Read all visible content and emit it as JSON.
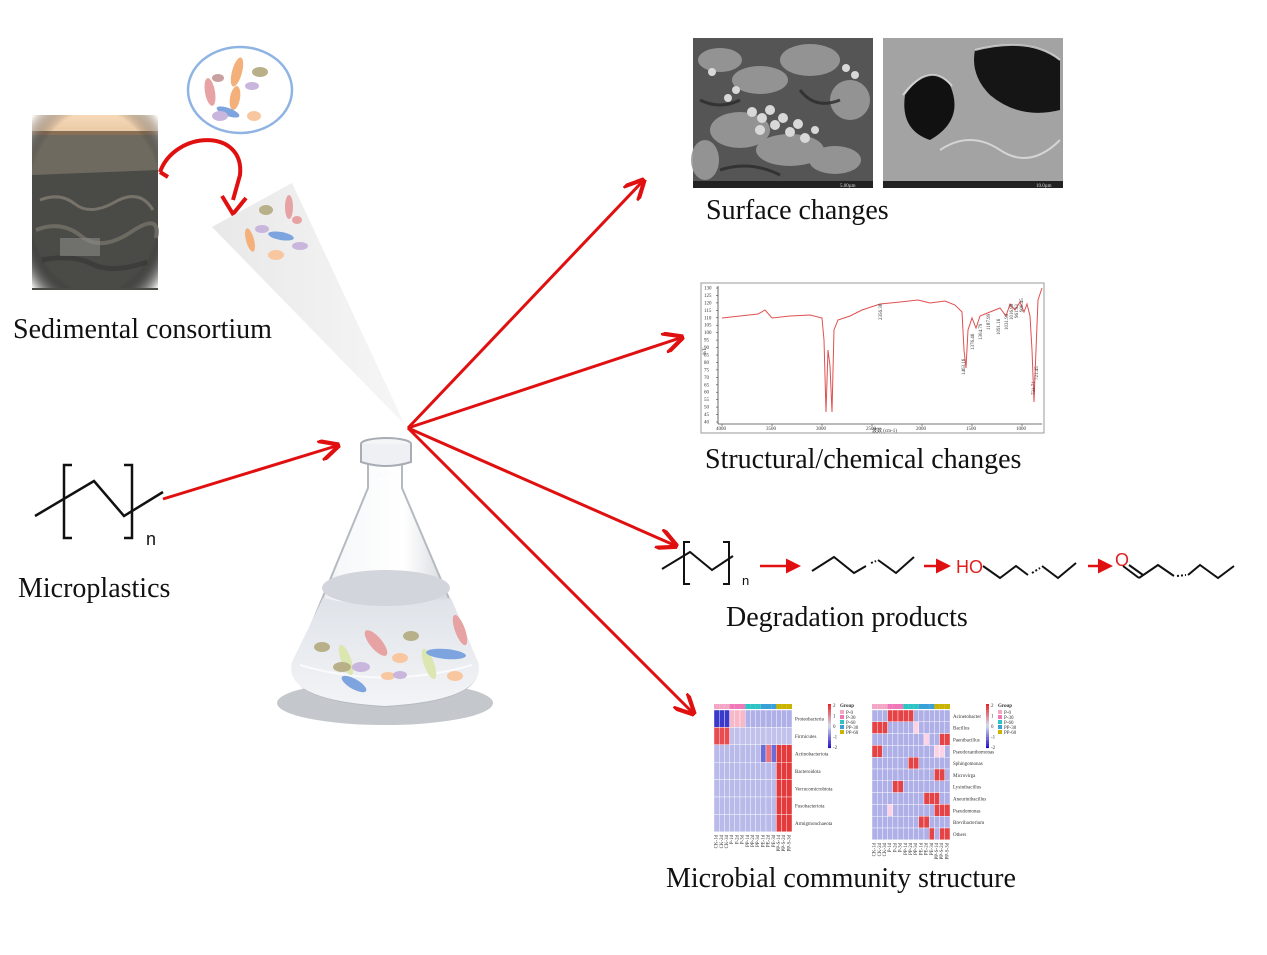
{
  "labels": {
    "sedimental_consortium": "Sedimental consortium",
    "microplastics": "Microplastics",
    "surface_changes": "Surface changes",
    "structural_changes": "Structural/chemical changes",
    "degradation_products": "Degradation products",
    "microbial_community": "Microbial community structure"
  },
  "chemistry": {
    "repeat_subscript": "n",
    "hydroxyl_group": "HO",
    "carbonyl_oxygen": "O"
  },
  "sem": {
    "left_scale": "5.00µm",
    "right_scale": "10.0µm"
  },
  "ftir": {
    "x_ticks": [
      "4000",
      "3500",
      "3000",
      "2500",
      "2000",
      "1500",
      "1000"
    ],
    "y_ticks": [
      "130",
      "125",
      "120",
      "115",
      "110",
      "105",
      "100",
      "95",
      "90",
      "85",
      "80",
      "75",
      "70",
      "65",
      "60",
      "55",
      "50",
      "45",
      "40"
    ],
    "y_label": "%T",
    "x_label": "波数 (cm-1)",
    "peak_labels": [
      "2356.38",
      "1463.16",
      "1376.46",
      "1304.79",
      "1187.99",
      "1091.16",
      "1031.93",
      "1016.89",
      "961.93",
      "906.45",
      "731.71",
      "721.45"
    ]
  },
  "heatmap1": {
    "rows": [
      "Proteobacteria",
      "Firmicutes",
      "Actinobacteriota",
      "Bacteroidota",
      "Verrucomicrobiota",
      "Fusobacteriota",
      "Armigmonchaeota"
    ],
    "cols": [
      "CK-1d",
      "CK-2d",
      "CK-3d",
      "P-1d",
      "P-2d",
      "P-3d",
      "PP-1d",
      "PP-2d",
      "PP-3d",
      "PE-1d",
      "PE-2d",
      "PE-3d",
      "PP-S-1d",
      "PP-S-2d",
      "PP-S-3d"
    ]
  },
  "heatmap2": {
    "rows": [
      "Acinetobacter",
      "Bacillus",
      "Paenibacillus",
      "Pseudoxanthomonas",
      "Sphingomonas",
      "Microvirga",
      "Lysinibacillus",
      "Aneurinibacillus",
      "Pseudomonas",
      "Brevibacterium",
      "Others"
    ],
    "cols": [
      "CK-1d",
      "CK-2d",
      "CK-3d",
      "P-1d",
      "P-2d",
      "P-3d",
      "PP-1d",
      "PP-2d",
      "PP-3d",
      "PE-1d",
      "PE-2d",
      "PE-3d",
      "PP-S-1d",
      "PP-S-2d",
      "PP-S-3d"
    ]
  },
  "legend": {
    "title": "Group",
    "entries": [
      "P-0",
      "P-30",
      "P-60",
      "PP-30",
      "PP-60"
    ],
    "colors": [
      "#f4a6c6",
      "#f178b8",
      "#2ec4c4",
      "#3aa0d8",
      "#c9b400"
    ],
    "scale_ticks": [
      "2",
      "1",
      "0",
      "-1",
      "-2"
    ]
  },
  "colors": {
    "arrow": "#e01010",
    "bubble_outline": "#8fb4e3",
    "curve_arrow": "#e01010",
    "ir_line": "#e05050"
  }
}
